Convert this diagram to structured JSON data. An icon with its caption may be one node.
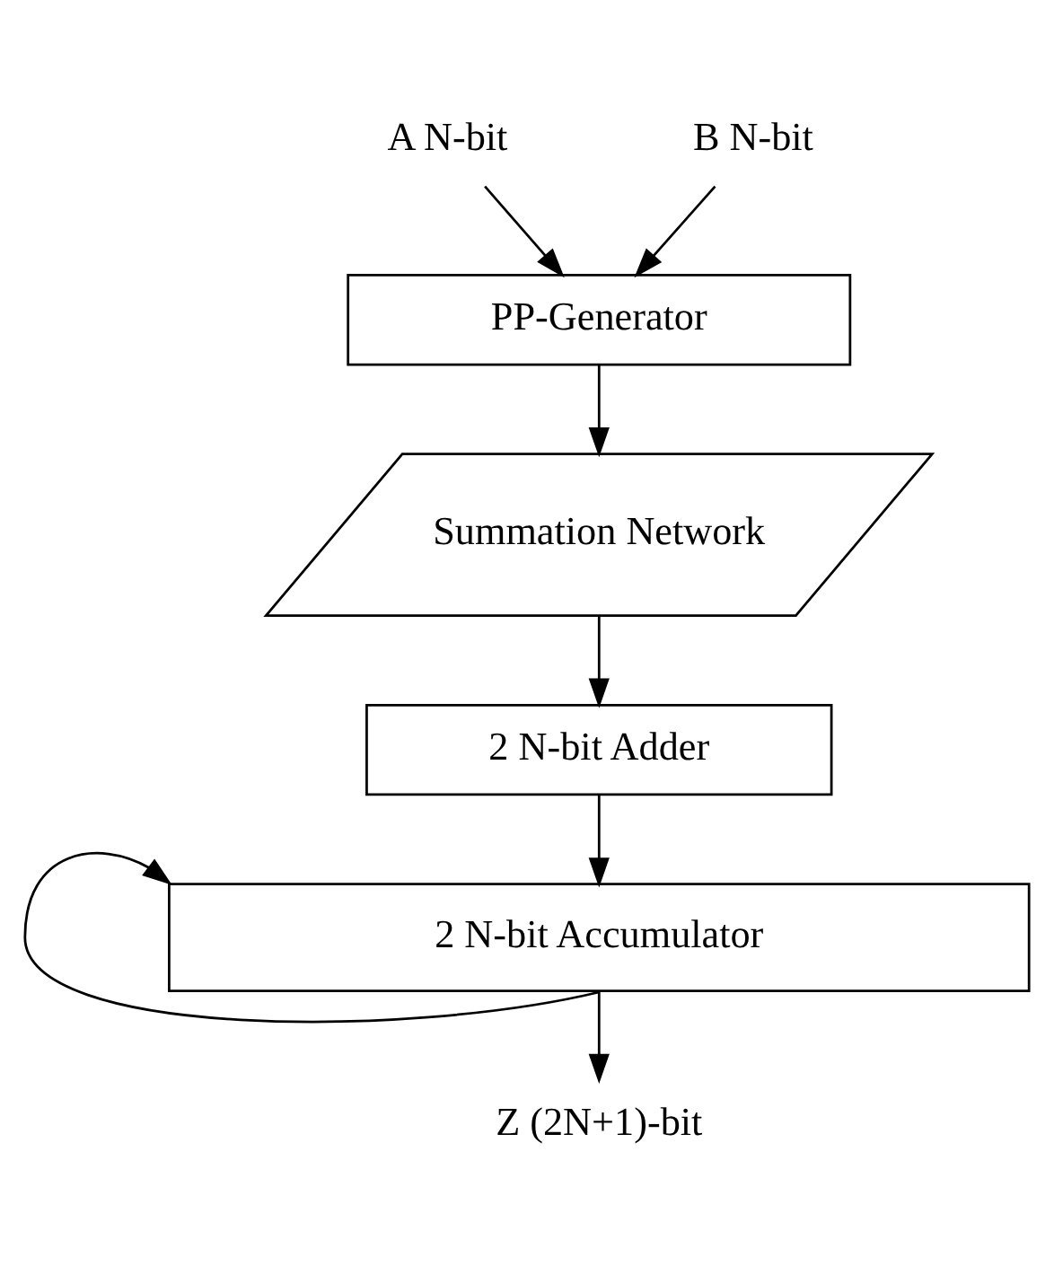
{
  "diagram": {
    "nodes": [
      {
        "text": [
          "A N-bit"
        ]
      },
      {
        "text": [
          "B N-bit"
        ]
      },
      {
        "text": [
          "PP-Generator"
        ]
      },
      {
        "text": [
          "Summation Network"
        ]
      },
      {
        "text": [
          "2 N-bit Adder"
        ]
      },
      {
        "text": [
          "2 N-bit Accumulator"
        ]
      },
      {
        "text": [
          "Z (2N+1)-bit"
        ]
      }
    ],
    "edges": [
      {
        "from": 0,
        "to": 2,
        "arrow": "to"
      },
      {
        "from": 1,
        "to": 2,
        "arrow": "to"
      },
      {
        "from": 2,
        "to": 3,
        "arrow": "to"
      },
      {
        "from": 3,
        "to": 4,
        "arrow": "to"
      },
      {
        "from": 4,
        "to": 5,
        "arrow": "to"
      },
      {
        "from": 5,
        "to": 6,
        "arrow": "to"
      },
      {
        "from": 5,
        "to": 5,
        "arrow": "to"
      }
    ]
  }
}
